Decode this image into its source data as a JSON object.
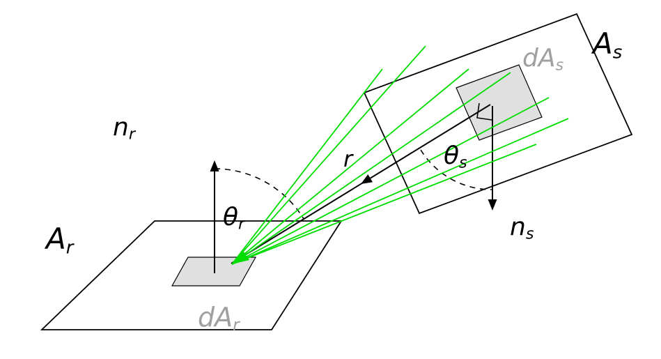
{
  "colors": {
    "ray_green": "#00dd00",
    "element_fill": "#e0e0e0",
    "outline": "#000000",
    "muted_label": "#a0a0a0",
    "background": "#ffffff"
  },
  "receiver": {
    "area": {
      "base": "A",
      "sub": "r"
    },
    "element": {
      "base": "dA",
      "sub": "r"
    },
    "normal": {
      "base": "n",
      "sub": "r"
    },
    "angle": {
      "base": "θ",
      "sub": "r"
    }
  },
  "source": {
    "area": {
      "base": "A",
      "sub": "s"
    },
    "element": {
      "base": "dA",
      "sub": "s"
    },
    "normal": {
      "base": "n",
      "sub": "s"
    },
    "angle": {
      "base": "θ",
      "sub": "s"
    }
  },
  "ray": {
    "label": "r"
  }
}
